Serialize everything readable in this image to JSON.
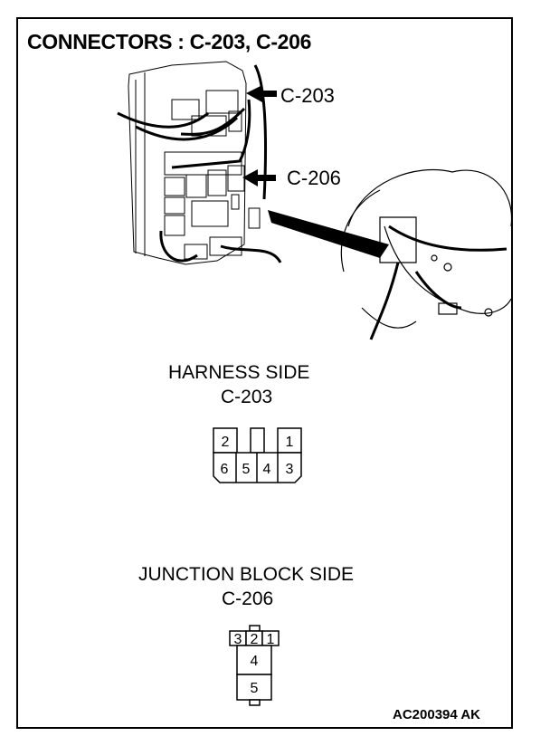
{
  "title": "CONNECTORS : C-203, C-206",
  "callouts": {
    "c203": "C-203",
    "c206": "C-206"
  },
  "harness": {
    "heading": "HARNESS SIDE",
    "connector": "C-203",
    "top_pins": [
      "2",
      "1"
    ],
    "bottom_pins": [
      "6",
      "5",
      "4",
      "3"
    ]
  },
  "junction": {
    "heading": "JUNCTION BLOCK SIDE",
    "connector": "C-206",
    "top_pins": [
      "3",
      "2",
      "1"
    ],
    "stack_pins": [
      "4",
      "5"
    ]
  },
  "figure_code": "AC200394 AK"
}
